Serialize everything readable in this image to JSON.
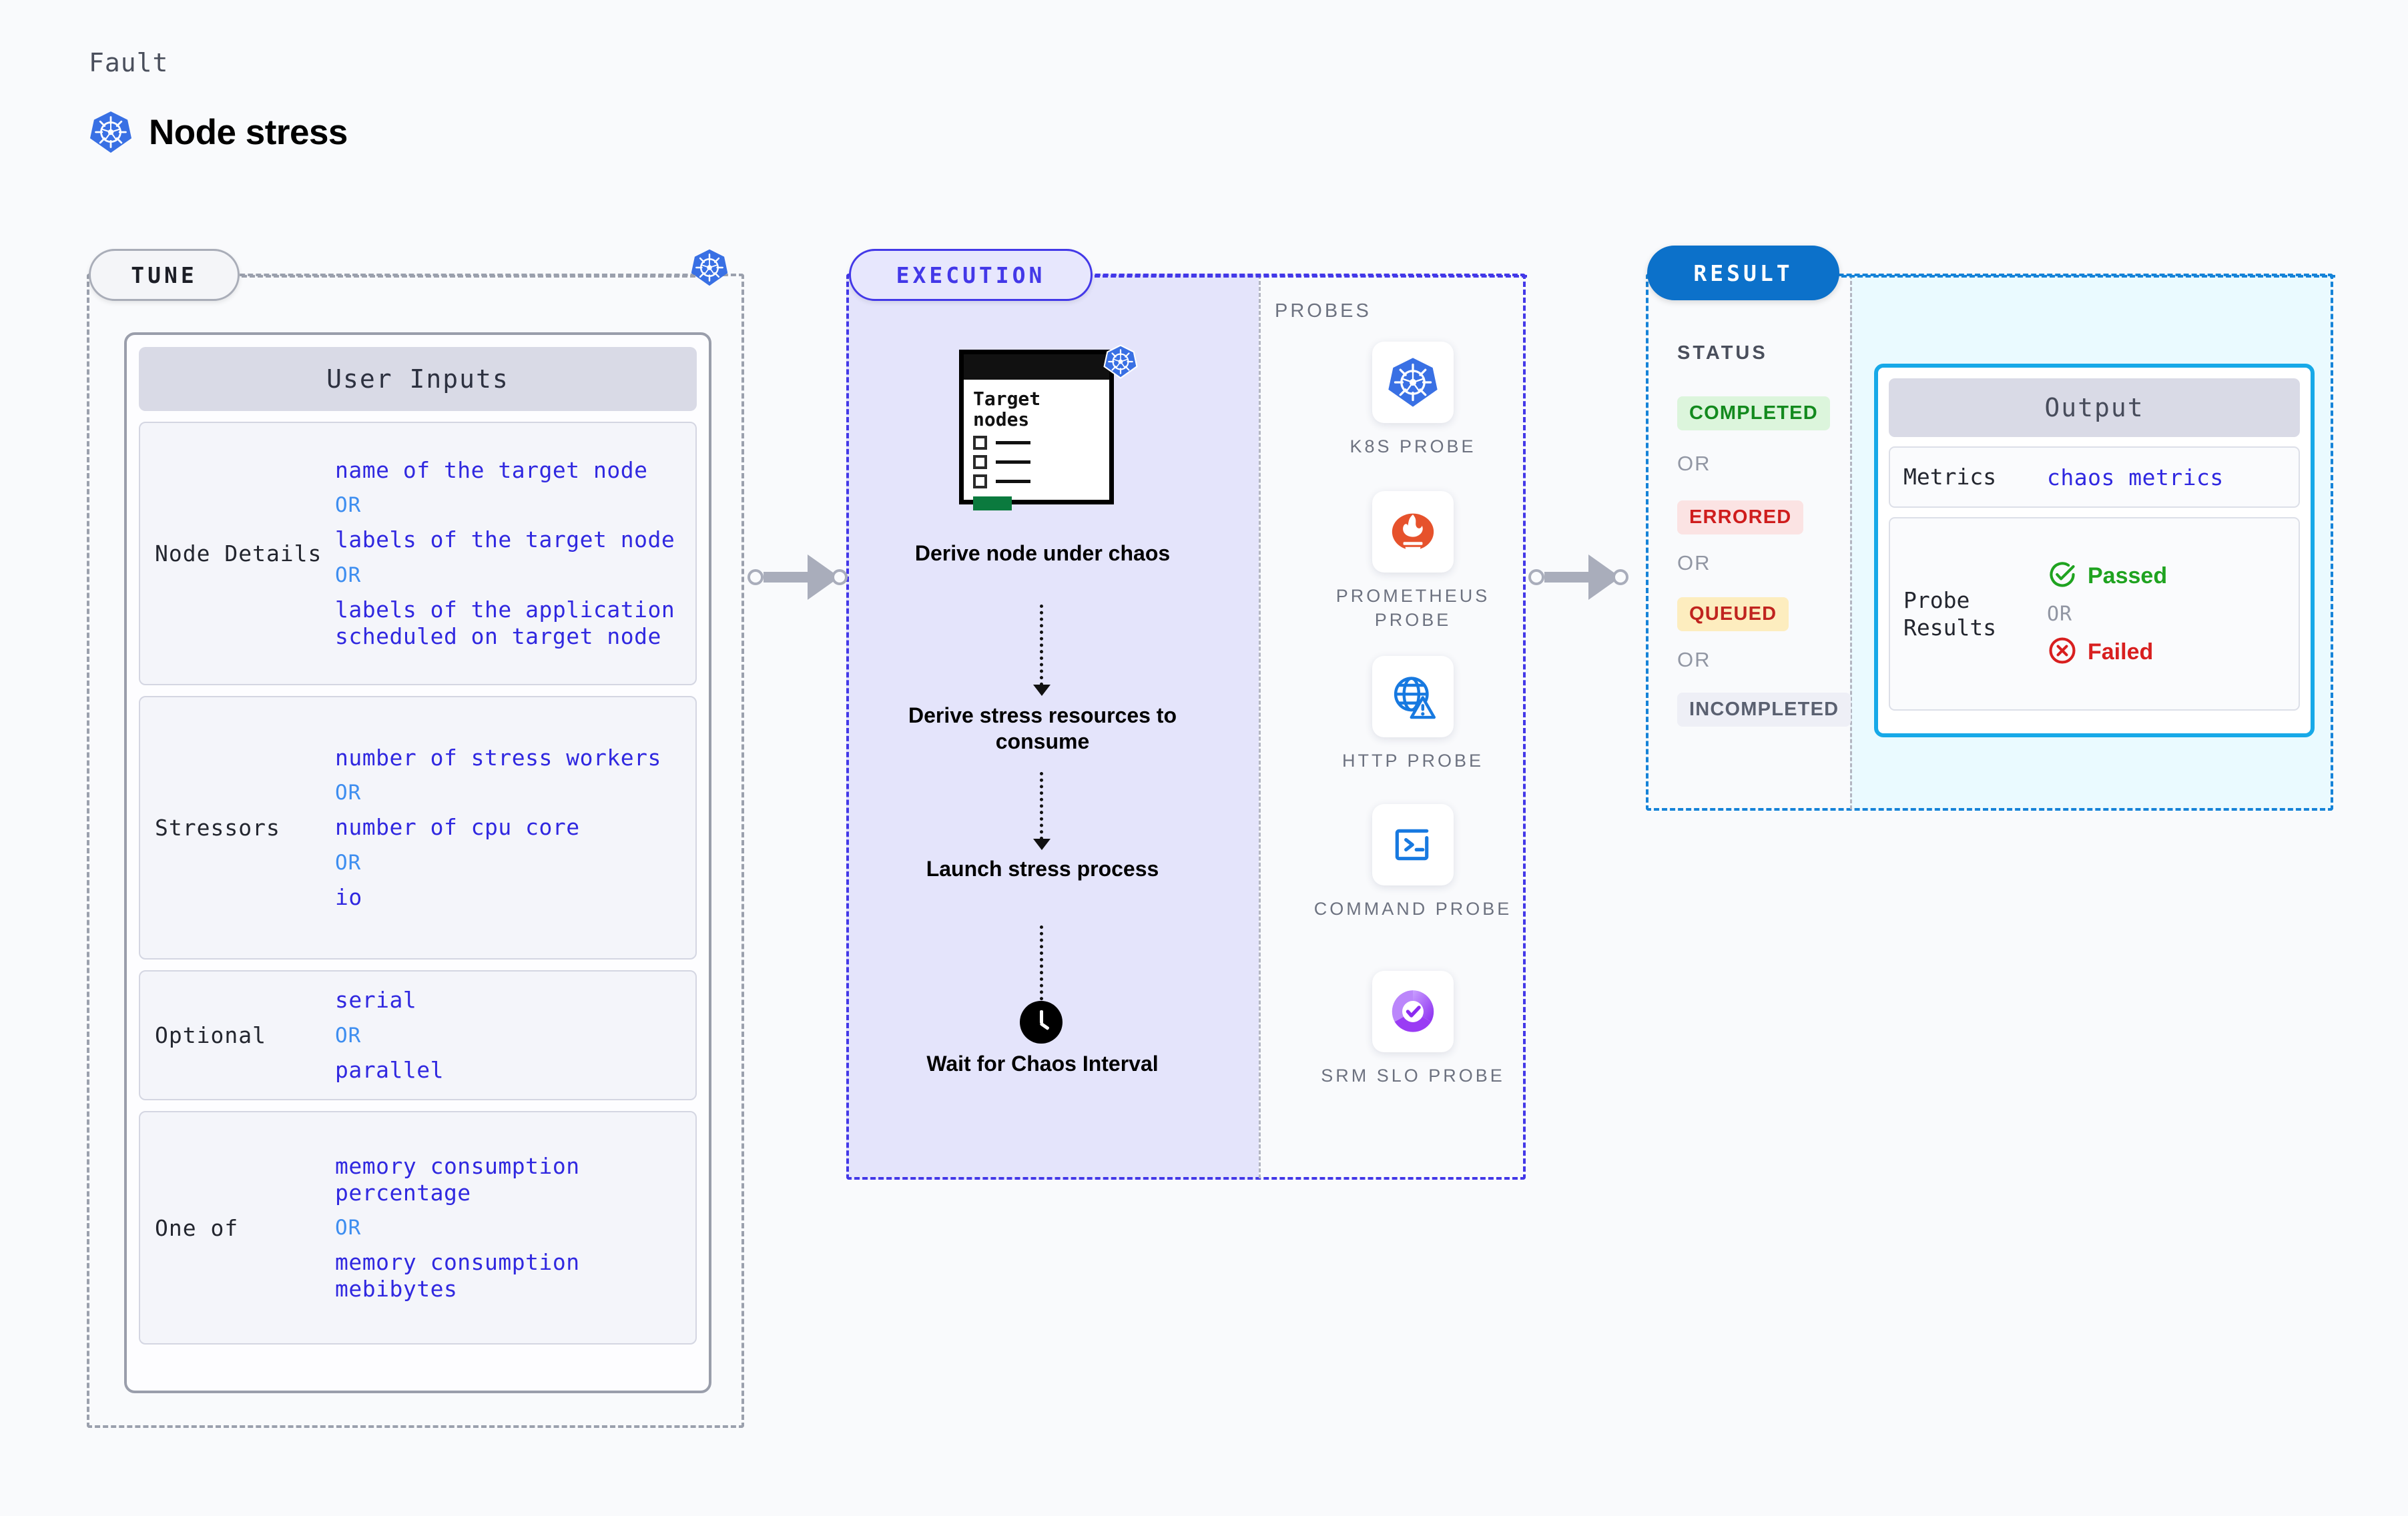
{
  "header": {
    "fault_label": "Fault",
    "fault_title": "Node stress",
    "icon": "kubernetes-icon"
  },
  "tune": {
    "chip_label": "TUNE",
    "badge_icon": "kubernetes-icon",
    "card_title": "User Inputs",
    "rows": [
      {
        "key": "Node Details",
        "values": [
          "name of the target node",
          "OR",
          "labels of the target node",
          "OR",
          "labels of the application scheduled on target node"
        ]
      },
      {
        "key": "Stressors",
        "values": [
          "number of stress workers",
          "OR",
          "number of cpu core",
          "OR",
          "io"
        ]
      },
      {
        "key": "Optional",
        "values": [
          "serial",
          "OR",
          "parallel"
        ]
      },
      {
        "key": "One of",
        "values": [
          "memory consumption percentage",
          "OR",
          "memory consumption mebibytes"
        ]
      }
    ]
  },
  "execution": {
    "chip_label": "EXECUTION",
    "target_card": {
      "title_line1": "Target",
      "title_line2": "nodes",
      "badge_icon": "kubernetes-icon",
      "checkbox_count": 3,
      "accent_color": "#0b7a3e"
    },
    "steps": [
      "Derive node under chaos",
      "Derive stress resources to consume",
      "Launch stress process",
      "Wait for Chaos Interval"
    ],
    "step_icon": "clock-icon",
    "probes_label": "PROBES",
    "probes": [
      {
        "label": "K8S PROBE",
        "icon": "kubernetes-icon"
      },
      {
        "label": "PROMETHEUS PROBE",
        "icon": "prometheus-icon"
      },
      {
        "label": "HTTP PROBE",
        "icon": "globe-warning-icon"
      },
      {
        "label": "COMMAND PROBE",
        "icon": "terminal-icon"
      },
      {
        "label": "SRM SLO PROBE",
        "icon": "slo-donut-check-icon"
      }
    ]
  },
  "result": {
    "chip_label": "RESULT",
    "status_label": "STATUS",
    "or_label": "OR",
    "statuses": [
      {
        "label": "COMPLETED",
        "bg": "#dcf5dc",
        "fg": "#138a1e"
      },
      {
        "label": "ERRORED",
        "bg": "#fbe3e3",
        "fg": "#cf1d1d"
      },
      {
        "label": "QUEUED",
        "bg": "#fdedbf",
        "fg": "#c0241f"
      },
      {
        "label": "INCOMPLETED",
        "bg": "#eeeff6",
        "fg": "#5a6070"
      }
    ],
    "output": {
      "title": "Output",
      "metrics_key": "Metrics",
      "metrics_value": "chaos metrics",
      "probe_key_line1": "Probe",
      "probe_key_line2": "Results",
      "passed_label": "Passed",
      "failed_label": "Failed",
      "or_label": "OR",
      "passed_icon": "check-circle-icon",
      "failed_icon": "x-circle-icon",
      "border_color": "#17a9e8"
    }
  },
  "colors": {
    "page_bg": "#f9fafc",
    "tune_accent": "#9ba0ad",
    "execution_accent": "#4338e8",
    "result_accent": "#1683d8",
    "value_text": "#3028e0",
    "or_text": "#3e8ef0",
    "k8s_blue": "#3970e4"
  }
}
